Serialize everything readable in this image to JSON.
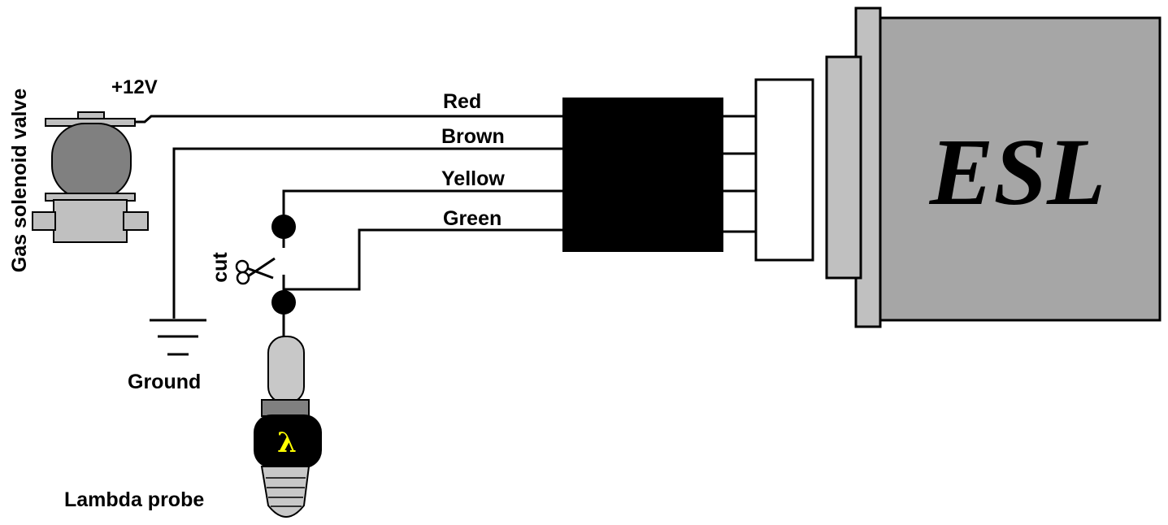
{
  "labels": {
    "valve": "Gas solenoid valve",
    "supply": "+12V",
    "ground": "Ground",
    "cut": "cut",
    "probe": "Lambda probe",
    "lambda_symbol": "λ",
    "esl": "ESL"
  },
  "wires": [
    {
      "id": "red",
      "label": "Red"
    },
    {
      "id": "brown",
      "label": "Brown"
    },
    {
      "id": "yellow",
      "label": "Yellow"
    },
    {
      "id": "green",
      "label": "Green"
    }
  ],
  "colors": {
    "line": "#000000",
    "valve_body": "#808080",
    "valve_parts": "#c0c0c0",
    "esl_box": "#a6a6a6",
    "esl_flange": "#c0c0c0",
    "probe_tip": "#c8c8c8",
    "probe_band": "#808080",
    "lambda_symbol": "#ffff00"
  }
}
